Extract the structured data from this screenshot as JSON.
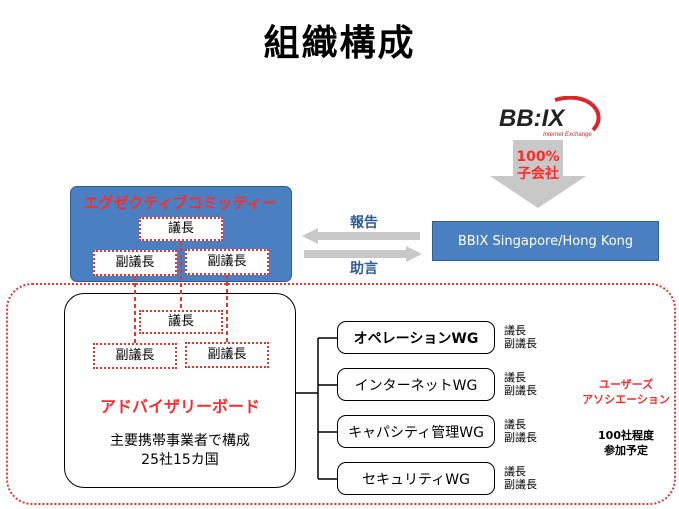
{
  "title": "組織構成",
  "logo": {
    "icon": "bbix-logo-icon",
    "main": "BB:IX",
    "tagline": "Internet Exchange"
  },
  "ownership": {
    "pct": "100%",
    "label": "子会社"
  },
  "executive": {
    "title": "エグゼクティブコミッティー",
    "chair": "議長",
    "vice_left": "副議長",
    "vice_right": "副議長"
  },
  "flows": {
    "report": "報告",
    "advice": "助言"
  },
  "bbix_box": "BBIX Singapore/Hong Kong",
  "advisory": {
    "chair": "議長",
    "vice_left": "副議長",
    "vice_right": "副議長",
    "title": "アドバイザリーボード",
    "sub_line1": "主要携帯事業者で構成",
    "sub_line2": "25社15カ国"
  },
  "working_groups": [
    {
      "name": "オペレーションWG",
      "role1": "議長",
      "role2": "副議長"
    },
    {
      "name": "インターネットWG",
      "role1": "議長",
      "role2": "副議長"
    },
    {
      "name": "キャパシティ管理WG",
      "role1": "議長",
      "role2": "副議長"
    },
    {
      "name": "セキュリティWG",
      "role1": "議長",
      "role2": "副議長"
    }
  ],
  "association": {
    "title_line1": "ユーザーズ",
    "title_line2": "アソシエーション",
    "count_line1": "100社程度",
    "count_line2": "参加予定"
  },
  "colors": {
    "blue": "#4a7fc1",
    "red": "#e8352b",
    "grey_arrow": "#c8c8c8"
  }
}
